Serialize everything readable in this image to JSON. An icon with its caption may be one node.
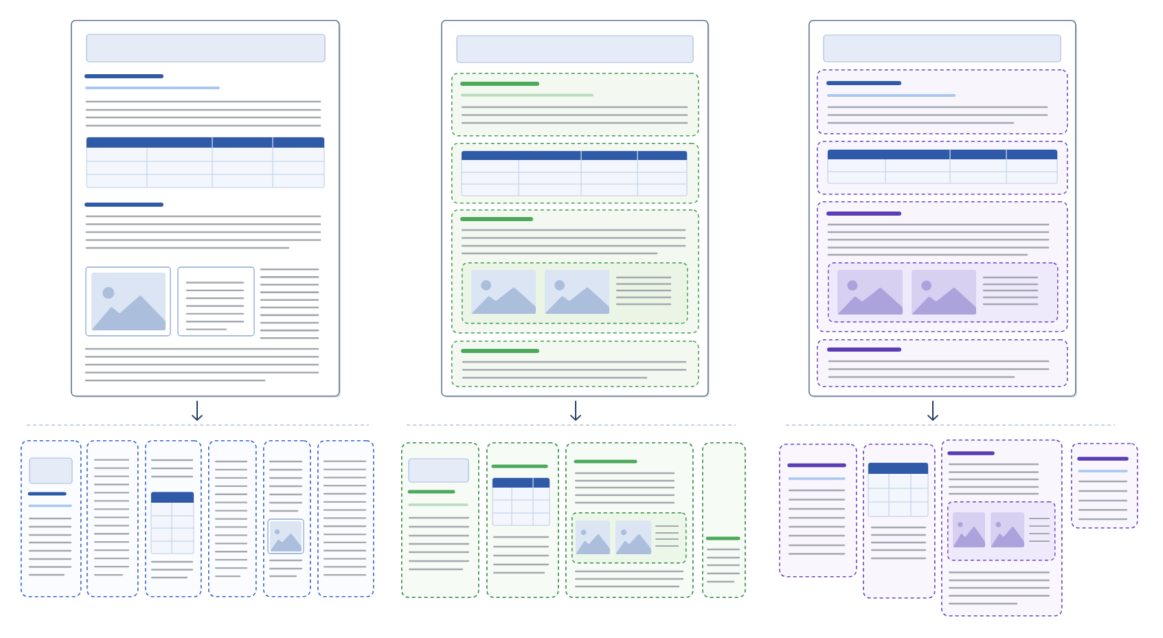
{
  "diagram": {
    "nodes": [
      {
        "text": [],
        "shape": "box"
      },
      {
        "text": [],
        "shape": "box"
      },
      {
        "text": [],
        "shape": "box",
        "in": 1
      },
      {
        "text": [],
        "shape": "box",
        "in": 1
      },
      {
        "text": [],
        "shape": "box",
        "in": 1
      },
      {
        "text": [],
        "shape": "box",
        "in": 4
      },
      {
        "text": [],
        "shape": "box",
        "in": 1
      },
      {
        "text": [],
        "shape": "box"
      },
      {
        "text": [],
        "shape": "box",
        "in": 7
      },
      {
        "text": [],
        "shape": "box",
        "in": 7
      },
      {
        "text": [],
        "shape": "box",
        "in": 7
      },
      {
        "text": [],
        "shape": "box",
        "in": 10
      },
      {
        "text": [],
        "shape": "box",
        "in": 7
      },
      {
        "text": [],
        "shape": "box"
      },
      {
        "text": [],
        "shape": "box"
      },
      {
        "text": [],
        "shape": "box"
      },
      {
        "text": [],
        "shape": "box"
      },
      {
        "text": [],
        "shape": "box"
      },
      {
        "text": [],
        "shape": "box"
      },
      {
        "text": [],
        "shape": "box"
      },
      {
        "text": [],
        "shape": "box"
      },
      {
        "text": [],
        "shape": "box"
      },
      {
        "text": [],
        "shape": "box",
        "in": 21
      },
      {
        "text": [],
        "shape": "box"
      },
      {
        "text": [],
        "shape": "box"
      },
      {
        "text": [],
        "shape": "box"
      },
      {
        "text": [],
        "shape": "box"
      },
      {
        "text": [],
        "shape": "box",
        "in": 26
      },
      {
        "text": [],
        "shape": "box"
      }
    ],
    "edges": [
      {
        "from": 0,
        "to": null,
        "arrow": "to"
      },
      {
        "from": 1,
        "to": null,
        "arrow": "to"
      },
      {
        "from": 7,
        "to": null,
        "arrow": "to"
      }
    ]
  }
}
